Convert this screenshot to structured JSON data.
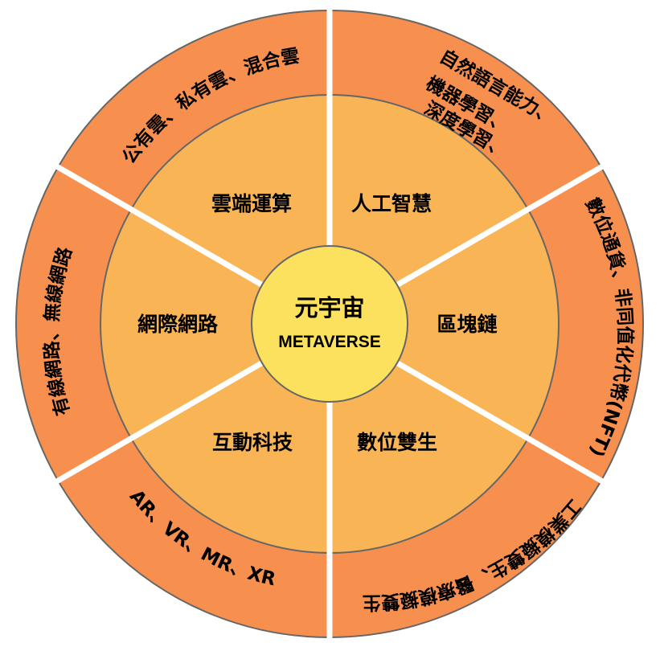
{
  "colors": {
    "outer_ring": "#F7904F",
    "inner_ring": "#F9B456",
    "center": "#FCE15E",
    "stroke": "#666666",
    "divider": "#ffffff"
  },
  "center": {
    "title": "元宇宙",
    "subtitle": "METAVERSE"
  },
  "segments": [
    {
      "name": "cloud",
      "inner": "雲端運算",
      "outer": [
        "公有雲、私有雲、混合雲"
      ]
    },
    {
      "name": "ai",
      "inner": "人工智慧",
      "outer": [
        "自然語言能力、",
        "機器學習、",
        "深度學習、"
      ]
    },
    {
      "name": "blockchain",
      "inner": "區塊鏈",
      "outer": [
        "數位通貨、非同值化代幣(NFT)"
      ]
    },
    {
      "name": "digital-twin",
      "inner": "數位雙生",
      "outer": [
        "工業模擬雙生、醫療模擬雙生"
      ]
    },
    {
      "name": "interactive",
      "inner": "互動科技",
      "outer": [
        "AR、VR、MR、XR"
      ]
    },
    {
      "name": "internet",
      "inner": "網際網路",
      "outer": [
        "有線網路、無線網路"
      ]
    }
  ]
}
